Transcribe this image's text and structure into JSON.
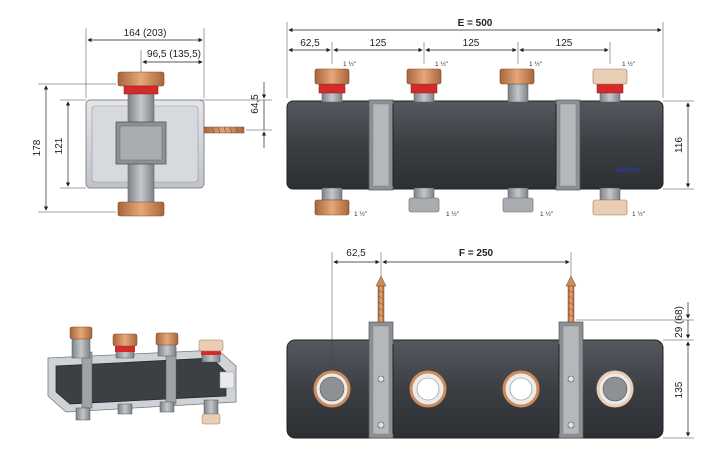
{
  "side_view": {
    "width_label": "164 (203)",
    "offset_label": "96,5 (135,5)",
    "height_outer_label": "178",
    "height_inner_label": "121",
    "bracket_label": "64,5"
  },
  "front_view": {
    "total_label": "E = 500",
    "first_offset_label": "62,5",
    "spacing_labels": [
      "125",
      "125",
      "125"
    ],
    "top_thread_labels": [
      "1 ½\"",
      "1 ½\"",
      "1 ½\"",
      "1 ½\""
    ],
    "bottom_thread_labels": [
      "1 ½\"",
      "1 ½\"",
      "1 ½\"",
      "1 ½\""
    ],
    "height_label": "116",
    "brand_label": "Meibes"
  },
  "top_view": {
    "offset_label": "62,5",
    "span_label": "F = 250",
    "bracket_label": "29 (68)",
    "height_label": "135"
  },
  "colors": {
    "insulation": "#3a3d42",
    "copper": "#cf8a5a",
    "red_ring": "#d42a2a",
    "steel": "#9ea3a8"
  }
}
